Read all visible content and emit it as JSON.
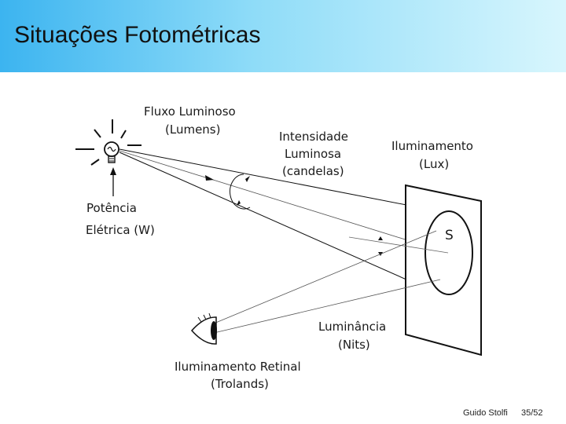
{
  "slide": {
    "title": "Situações Fotométricas"
  },
  "diagram": {
    "labels": {
      "fluxo_line1": "Fluxo Luminoso",
      "fluxo_line2": "(Lumens)",
      "intensidade_line1": "Intensidade",
      "intensidade_line2": "Luminosa",
      "intensidade_line3": "(candelas)",
      "iluminamento_line1": "Iluminamento",
      "iluminamento_line2": "(Lux)",
      "potencia_line1": "Potência",
      "potencia_line2": "Elétrica (W)",
      "area_symbol": "S",
      "luminancia_line1": "Luminância",
      "luminancia_line2": "(Nits)",
      "retinal_line1": "Iluminamento Retinal",
      "retinal_line2": "(Trolands)"
    }
  },
  "footer": {
    "author": "Guido Stolfi",
    "page": "35/52"
  }
}
